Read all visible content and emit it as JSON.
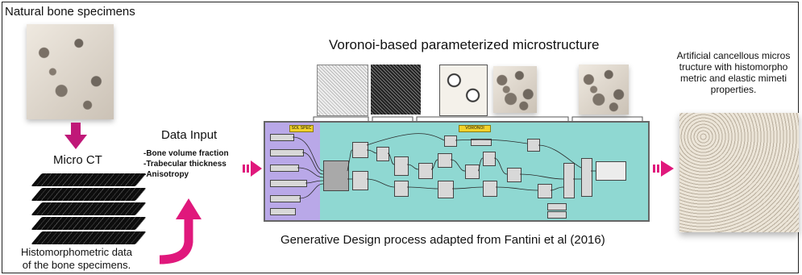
{
  "labels": {
    "natural_bone": "Natural bone specimens",
    "micro_ct": "Micro  CT",
    "histo_line1": "Histomorphometric data",
    "histo_line2": "of the bone specimens.",
    "data_input": "Data Input",
    "bullets": [
      "-Bone volume fraction",
      "-Trabecular thickness",
      "-Anisotropy"
    ],
    "voronoi_title": "Voronoi-based  parameterized microstructure",
    "generative_caption": "Generative Design process adapted from Fantini et al (2016)",
    "artificial_lines": [
      "Artificial cancellous micros",
      "tructure with histomorpho",
      "metric and elastic mimeti",
      "properties."
    ],
    "canvas_tags": [
      "SOL SPEC",
      "VORONOI"
    ]
  },
  "colors": {
    "accent_arrow": "#c01878",
    "canvas_bg": "#8fd8d2",
    "canvas_strip": "#b9a8e8",
    "tag": "#f2d22b"
  },
  "icons": [
    "down-arrow-icon",
    "right-arrow-icon",
    "curved-up-arrow-icon"
  ]
}
